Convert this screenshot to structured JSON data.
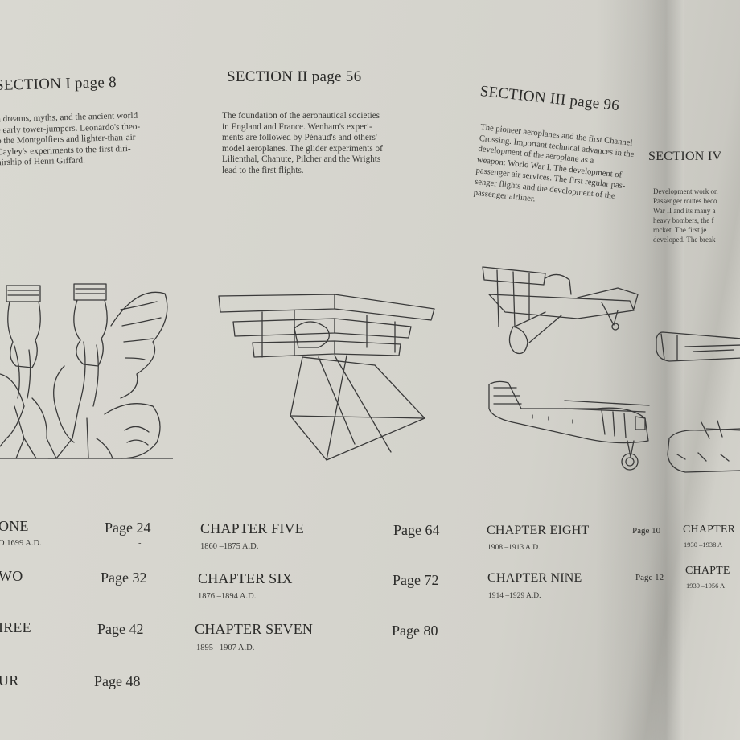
{
  "sections": [
    {
      "id": "s1",
      "title": "SECTION I  page 8",
      "text": "n dreams, myths, and the ancient world\ne early tower-jumpers. Leonardo's theo-\no the Montgolfiers and lighter-than-air\nCayley's experiments to the first diri-\nairship of Henri Giffard."
    },
    {
      "id": "s2",
      "title": "SECTION II  page 56",
      "text": "The foundation of the aeronautical societies\nin England and France. Wenham's experi-\nments are followed by Pénaud's and others'\nmodel aeroplanes. The glider experiments of\nLilienthal, Chanute, Pilcher and the Wrights\nlead to the first flights."
    },
    {
      "id": "s3",
      "title": "SECTION III  page 96",
      "text": "The pioneer aeroplanes and the first Channel\nCrossing. Important technical advances in the\ndevelopment of the aeroplane as a\nweapon: World War I. The development of\npassenger air services. The first regular pas-\nsenger flights and the development of the\npassenger airliner."
    },
    {
      "id": "s4",
      "title": "SECTION IV",
      "text": "Development work on\nPassenger routes beco\nWar II and its many a\nheavy bombers, the f\nrocket. The first je\ndeveloped. The break"
    }
  ],
  "chapters": [
    {
      "title": "ONE",
      "date": "O 1699 A.D.",
      "page": "Page 24"
    },
    {
      "title": "WO",
      "date": "",
      "page": "Page 32"
    },
    {
      "title": "IREE",
      "date": "",
      "page": "Page 42"
    },
    {
      "title": "UR",
      "date": "",
      "page": "Page 48"
    },
    {
      "title": "CHAPTER FIVE",
      "date": "1860 –1875 A.D.",
      "page": "Page 64"
    },
    {
      "title": "CHAPTER SIX",
      "date": "1876 –1894 A.D.",
      "page": "Page 72"
    },
    {
      "title": "CHAPTER SEVEN",
      "date": "1895 –1907 A.D.",
      "page": "Page 80"
    },
    {
      "title": "CHAPTER EIGHT",
      "date": "1908 –1913 A.D.",
      "page": "Page 10"
    },
    {
      "title": "CHAPTER NINE",
      "date": "1914 –1929 A.D.",
      "page": "Page 12"
    },
    {
      "title": "CHAPTER",
      "date": "1930 –1938 A",
      "page": ""
    },
    {
      "title": "CHAPTE",
      "date": "1939 –1956 A",
      "page": ""
    }
  ],
  "marks": {
    "dash": "-"
  },
  "illustrations": {
    "winged_figures": "assyrian-winged-figures-illustration",
    "triplane": "triplane-glider-illustration",
    "pioneer_plane": "pioneer-monoplane-illustration",
    "airliner": "high-wing-airliner-illustration",
    "section4_planes": "aircraft-sketches-illustration"
  }
}
